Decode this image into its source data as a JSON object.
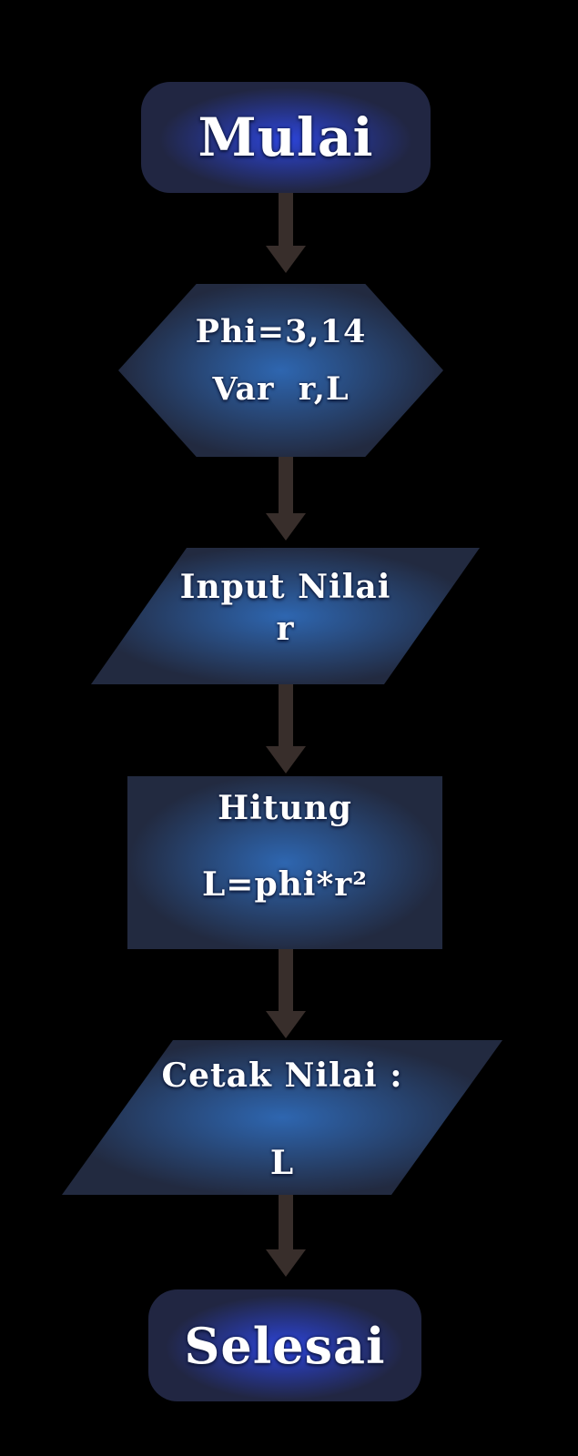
{
  "nodes": {
    "start": {
      "shape": "rounded-terminator",
      "label": "Mulai"
    },
    "preparation": {
      "shape": "hexagon",
      "line1": "Phi=3,14",
      "line2": "Var  r,L"
    },
    "input": {
      "shape": "parallelogram",
      "line1": "Input Nilai",
      "line2": "r"
    },
    "process": {
      "shape": "rectangle",
      "line1": "Hitung",
      "line2": "L=phi*r²"
    },
    "output": {
      "shape": "parallelogram",
      "line1": "Cetak Nilai :",
      "line2": "L"
    },
    "end": {
      "shape": "rounded-terminator",
      "label": "Selesai"
    }
  },
  "edges": [
    {
      "from": "start",
      "to": "preparation"
    },
    {
      "from": "preparation",
      "to": "input"
    },
    {
      "from": "input",
      "to": "process"
    },
    {
      "from": "process",
      "to": "output"
    },
    {
      "from": "output",
      "to": "end"
    }
  ],
  "colors": {
    "background": "#000000",
    "arrow": "#382e2b",
    "text": "#ffffff",
    "process_glow": "#2e66b0",
    "process_edge": "#222a40",
    "terminal_glow": "#2c44d8",
    "terminal_edge": "#212642"
  }
}
